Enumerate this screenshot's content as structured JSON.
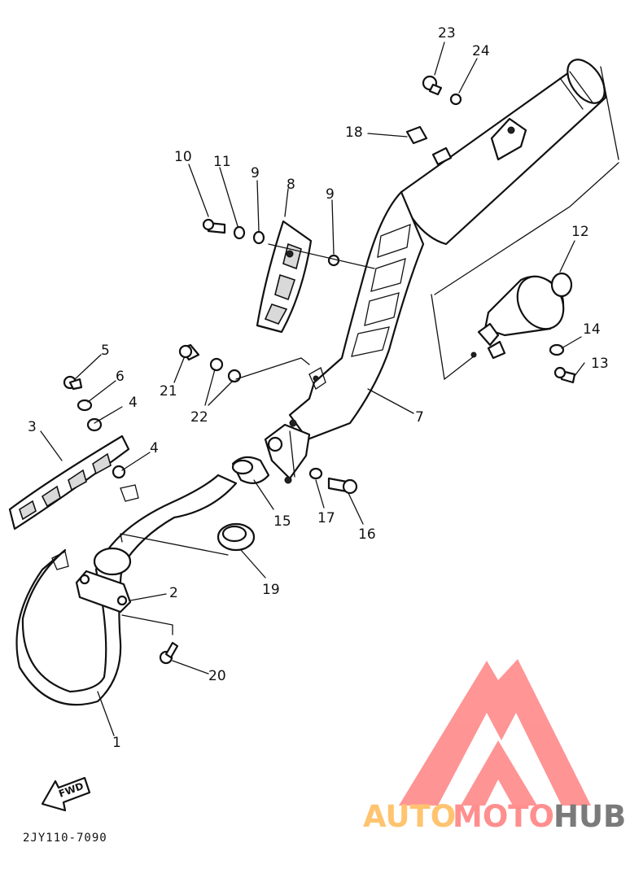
{
  "callouts": [
    {
      "id": "c1",
      "label": "1"
    },
    {
      "id": "c2",
      "label": "2"
    },
    {
      "id": "c3",
      "label": "3"
    },
    {
      "id": "c4a",
      "label": "4"
    },
    {
      "id": "c4b",
      "label": "4"
    },
    {
      "id": "c5",
      "label": "5"
    },
    {
      "id": "c6",
      "label": "6"
    },
    {
      "id": "c7",
      "label": "7"
    },
    {
      "id": "c8",
      "label": "8"
    },
    {
      "id": "c9a",
      "label": "9"
    },
    {
      "id": "c9b",
      "label": "9"
    },
    {
      "id": "c10",
      "label": "10"
    },
    {
      "id": "c11",
      "label": "11"
    },
    {
      "id": "c12",
      "label": "12"
    },
    {
      "id": "c13",
      "label": "13"
    },
    {
      "id": "c14",
      "label": "14"
    },
    {
      "id": "c15",
      "label": "15"
    },
    {
      "id": "c16",
      "label": "16"
    },
    {
      "id": "c17",
      "label": "17"
    },
    {
      "id": "c18",
      "label": "18"
    },
    {
      "id": "c19",
      "label": "19"
    },
    {
      "id": "c20",
      "label": "20"
    },
    {
      "id": "c21",
      "label": "21"
    },
    {
      "id": "c22",
      "label": "22"
    },
    {
      "id": "c23",
      "label": "23"
    },
    {
      "id": "c24",
      "label": "24"
    }
  ],
  "fwd_label": "FWD",
  "diagram_code": "2JY110-7090",
  "watermark": {
    "text_auto": "AUTO",
    "text_moto": "MOTO",
    "text_hub": "HUB",
    "color_logo": "#ff8f8f",
    "color_auto": "#ffc470",
    "color_moto": "#ff8f8f",
    "color_hub": "#7a7a7a"
  }
}
